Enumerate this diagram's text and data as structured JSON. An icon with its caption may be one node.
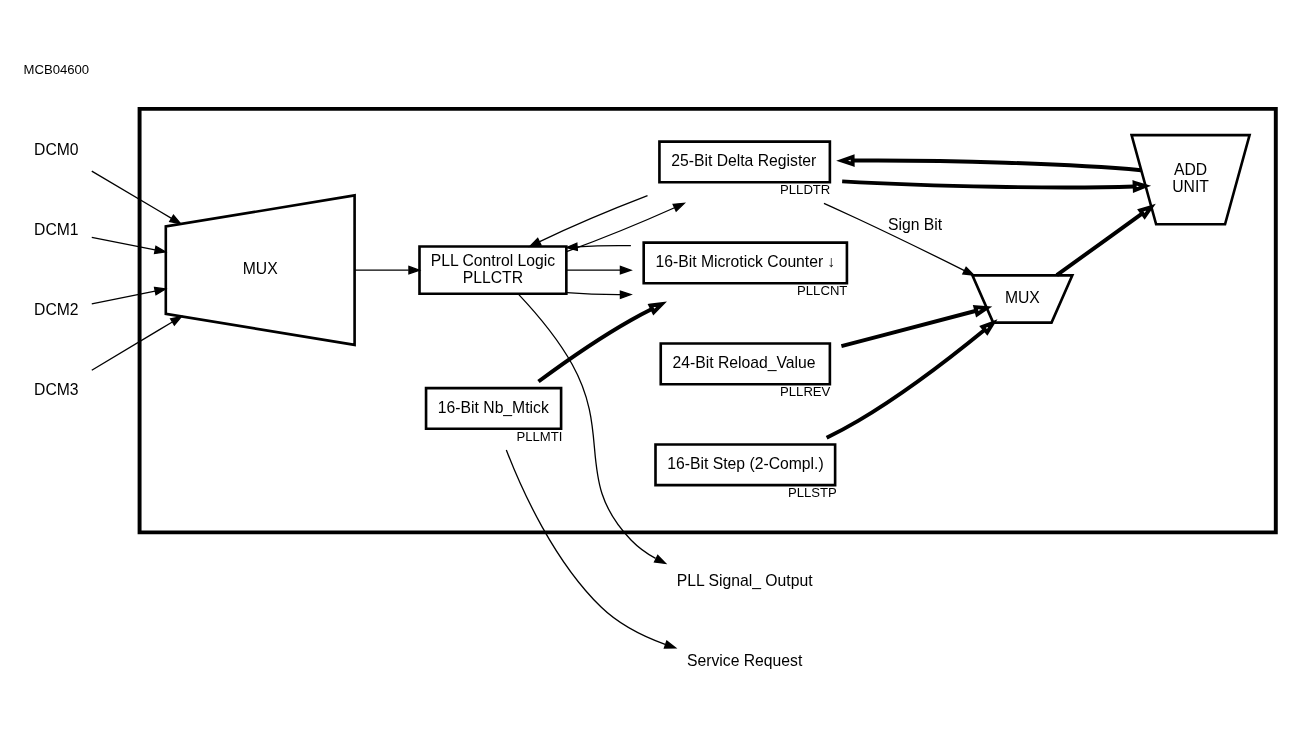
{
  "diagram": {
    "nodes": [
      {
        "text": [],
        "shape": "box"
      },
      {
        "text": [
          "DCM0"
        ]
      },
      {
        "text": [
          "DCM1"
        ]
      },
      {
        "text": [
          "DCM2"
        ]
      },
      {
        "text": [
          "DCM3"
        ]
      },
      {
        "text": [
          "MUX"
        ],
        "in": 0
      },
      {
        "text": [
          "PLL Control Logic",
          "PLLCTR"
        ],
        "in": 0
      },
      {
        "text": [
          "16-Bit Nb_Mtick"
        ],
        "beside": [
          "PLLMTI"
        ],
        "in": 0
      },
      {
        "text": [
          "24-Bit Reload_Value"
        ],
        "beside": [
          "PLLREV"
        ],
        "in": 0
      },
      {
        "text": [
          "16-Bit Microtick Counter ↓"
        ],
        "beside": [
          "PLLCNT"
        ],
        "in": 0
      },
      {
        "text": [
          "16-Bit Step (2-Compl.)"
        ],
        "beside": [
          "PLLSTP"
        ],
        "in": 0
      },
      {
        "text": [
          "25-Bit Delta Register"
        ],
        "beside": [
          "PLLDTR"
        ],
        "in": 0
      },
      {
        "text": [
          "MUX"
        ],
        "in": 0
      },
      {
        "text": [
          "ADD",
          "UNIT"
        ],
        "in": 0
      },
      {
        "text": [
          "Service Request"
        ]
      },
      {
        "text": [
          "PLL Signal_ Output"
        ]
      }
    ],
    "edges": [
      {
        "from": 1,
        "to": 5,
        "arrow": "to"
      },
      {
        "from": 2,
        "to": 5,
        "arrow": "to"
      },
      {
        "from": 3,
        "to": 5,
        "arrow": "to"
      },
      {
        "from": 4,
        "to": 5,
        "arrow": "to"
      },
      {
        "from": 5,
        "to": 6,
        "arrow": "to"
      },
      {
        "from": 7,
        "to": 14,
        "arrow": "to"
      },
      {
        "from": 6,
        "to": 15,
        "arrow": "to"
      },
      {
        "from": 6,
        "to": 9,
        "arrow": "to"
      },
      {
        "from": 7,
        "to": 9,
        "arrow": "to",
        "style": "thick"
      },
      {
        "from": 6,
        "to": 9,
        "arrow": "to"
      },
      {
        "from": 9,
        "to": 6,
        "arrow": "to"
      },
      {
        "from": 6,
        "to": 11,
        "arrow": "to"
      },
      {
        "from": 11,
        "to": 6,
        "arrow": "to"
      },
      {
        "from": 8,
        "to": 12,
        "arrow": "to",
        "style": "thick"
      },
      {
        "from": 10,
        "to": 12,
        "arrow": "to",
        "style": "thick"
      },
      {
        "from": 11,
        "to": 12,
        "arrow": "to",
        "label": "Sign Bit"
      },
      {
        "from": 11,
        "to": 13,
        "arrow": "to",
        "style": "thick"
      },
      {
        "from": 12,
        "to": 13,
        "arrow": "to",
        "style": "thick"
      },
      {
        "from": 13,
        "to": 11,
        "arrow": "to",
        "style": "thick"
      }
    ],
    "labels": [
      "MCB04600"
    ]
  }
}
